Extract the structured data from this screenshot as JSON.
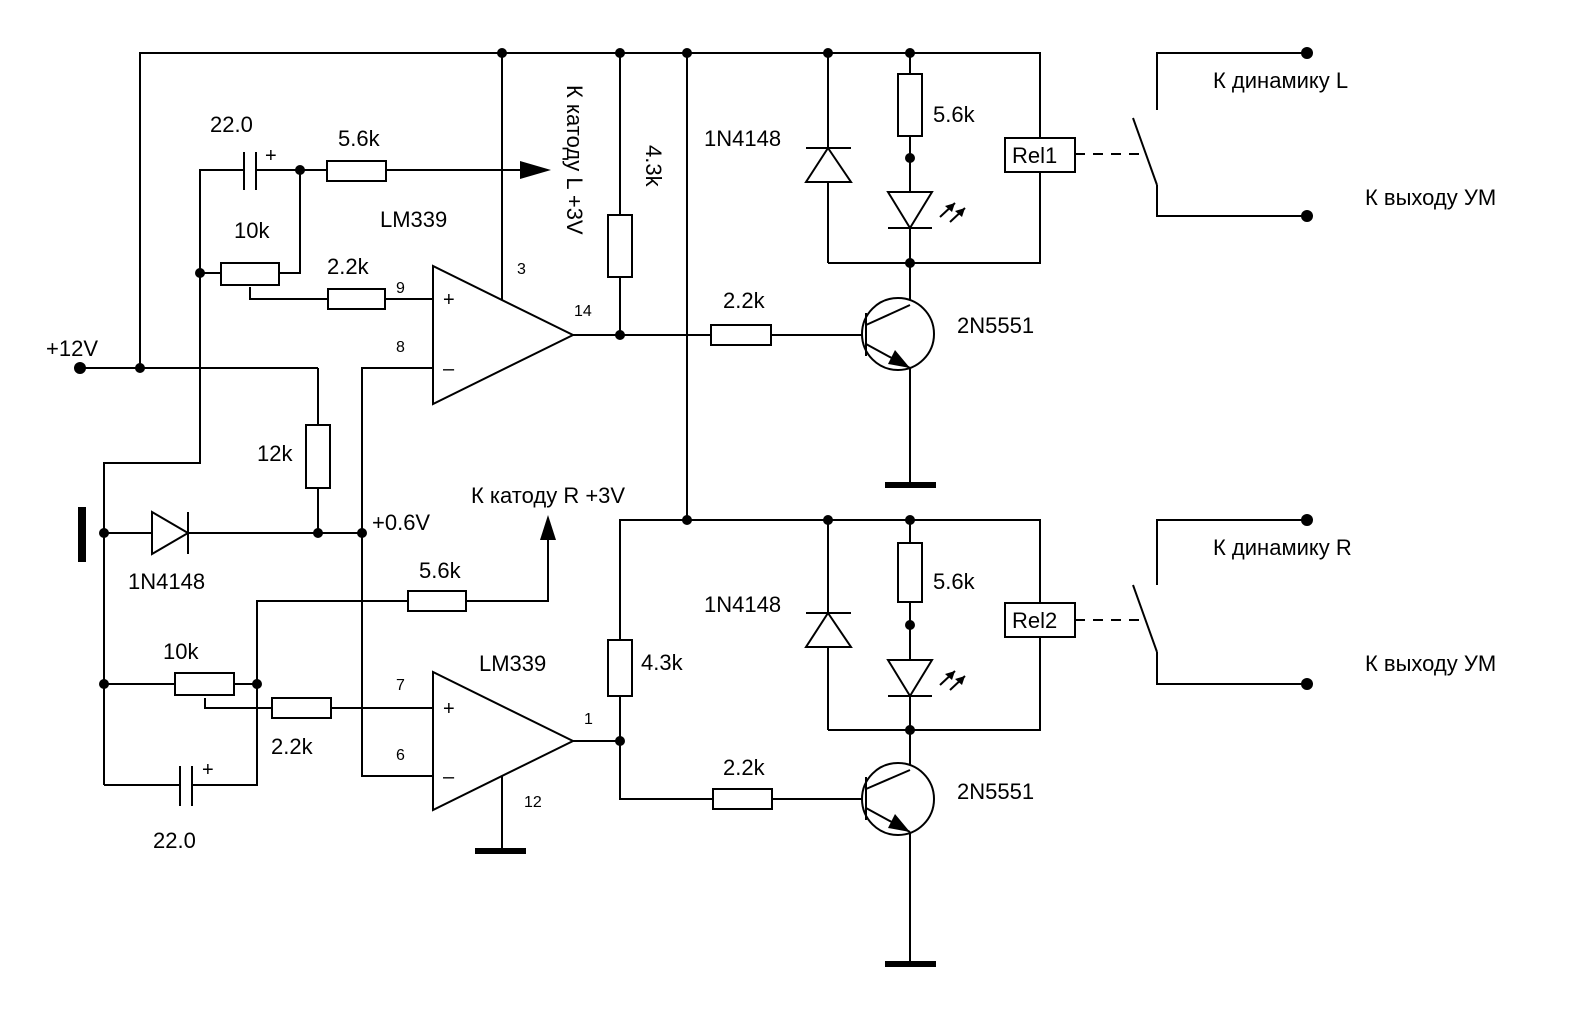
{
  "diagram": {
    "supply": "+12V",
    "reference": "+0.6V",
    "inputs": {
      "cathode_l": "К катоду L +3V",
      "cathode_r": "К катоду R +3V"
    },
    "outputs": {
      "speaker_l": "К динамику L",
      "speaker_r": "К динамику R",
      "amp_out_l": "К выходу УМ",
      "amp_out_r": "К выходу УМ"
    },
    "relays": {
      "rel1": "Rel1",
      "rel2": "Rel2"
    },
    "comparators": {
      "top": "LM339",
      "bottom": "LM339"
    },
    "pins": {
      "p3": "3",
      "p14": "14",
      "p9": "9",
      "p8": "8",
      "p7": "7",
      "p6": "6",
      "p1": "1",
      "p12": "12"
    },
    "components": {
      "c_top": "22.0",
      "r_top_5k6": "5.6k",
      "pot_top": "10k",
      "r_top_2k2": "2.2k",
      "r_top_4k3": "4.3k",
      "r_top_base": "2.2k",
      "d_top_relay": "1N4148",
      "r_top_led": "5.6k",
      "q_top": "2N5551",
      "r_divider": "12k",
      "d_reference": "1N4148",
      "r_bot_5k6": "5.6k",
      "pot_bot": "10k",
      "r_bot_2k2": "2.2k",
      "c_bot": "22.0",
      "r_bot_4k3": "4.3k",
      "r_bot_base": "2.2k",
      "d_bot_relay": "1N4148",
      "r_bot_led": "5.6k",
      "q_bot": "2N5551"
    },
    "signs": {
      "plus": "+",
      "minus": "–"
    }
  }
}
